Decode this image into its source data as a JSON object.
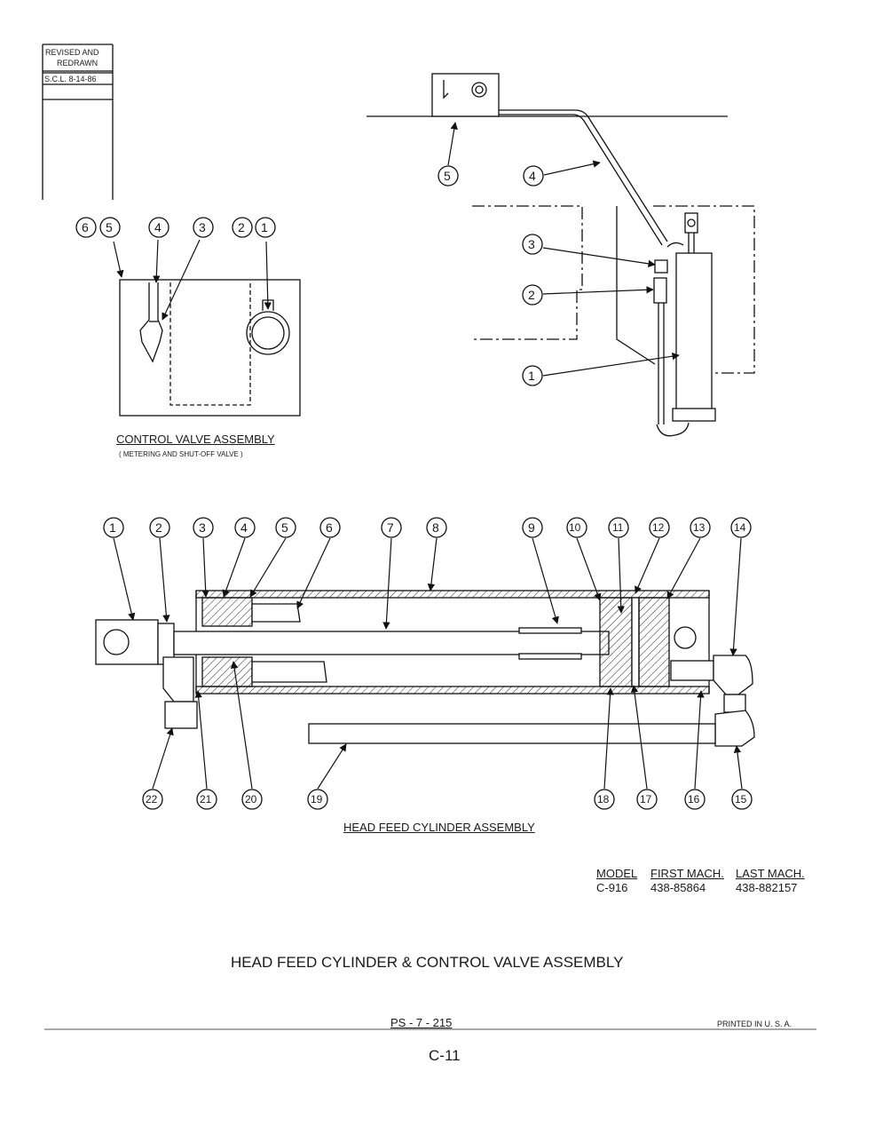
{
  "revision": {
    "line1": "REVISED AND",
    "line2": "REDRAWN",
    "line3": "S.C.L. 8-14-86"
  },
  "control_valve": {
    "title": "CONTROL VALVE ASSEMBLY",
    "subtitle": "( METERING AND SHUT-OFF VALVE )",
    "callouts": [
      "6",
      "5",
      "4",
      "3",
      "2",
      "1"
    ]
  },
  "installation_view": {
    "callouts": [
      "5",
      "4",
      "3",
      "2",
      "1"
    ]
  },
  "cylinder": {
    "title": "HEAD FEED CYLINDER ASSEMBLY",
    "top_callouts": [
      "1",
      "2",
      "3",
      "4",
      "5",
      "6",
      "7",
      "8",
      "9",
      "10",
      "11",
      "12",
      "13",
      "14"
    ],
    "bottom_callouts": [
      "22",
      "21",
      "20",
      "19",
      "18",
      "17",
      "16",
      "15"
    ]
  },
  "model_table": {
    "headers": [
      "MODEL",
      "FIRST MACH.",
      "LAST MACH."
    ],
    "row": [
      "C-916",
      "438-85864",
      "438-882157"
    ]
  },
  "main_title": "HEAD FEED CYLINDER & CONTROL VALVE ASSEMBLY",
  "part_number": "PS - 7 - 215",
  "printed": "PRINTED  IN  U. S. A.",
  "page_number": "C-11"
}
